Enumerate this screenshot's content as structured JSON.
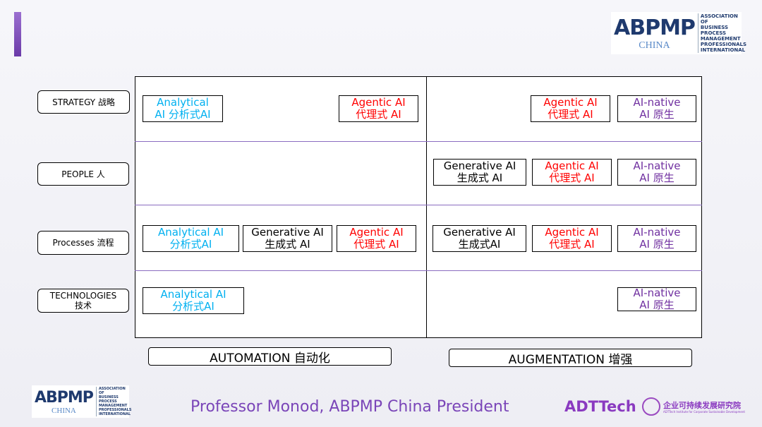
{
  "logo": {
    "abbr": "ABPMP",
    "sub": "CHINA",
    "lines": [
      "ASSOCIATION OF",
      "BUSINESS",
      "PROCESS",
      "MANAGEMENT",
      "PROFESSIONALS",
      "INTERNATIONAL"
    ]
  },
  "rows": [
    "STRATEGY 战略",
    "PEOPLE 人",
    "Processes 流程"
  ],
  "tech": {
    "l1": "TECHNOLOGIES",
    "l2": "技术"
  },
  "boxes": {
    "analytical": {
      "l1": "Analytical",
      "l2": "AI 分析式AI"
    },
    "analytical2": {
      "l1": "Analytical AI",
      "l2": "分析式AI"
    },
    "agentic": {
      "l1": "Agentic AI",
      "l2": "代理式 AI"
    },
    "native": {
      "l1": "AI-native",
      "l2": "AI 原生"
    },
    "generative": {
      "l1": "Generative AI",
      "l2": "生成式 AI"
    },
    "generative2": {
      "l1": "Generative AI",
      "l2": "生成式AI"
    }
  },
  "columns": {
    "automation": "AUTOMATION 自动化",
    "augmentation": "AUGMENTATION 增强"
  },
  "footer": {
    "speaker": "Professor Monod, ABPMP China President",
    "adt": "ADTTech",
    "institute": "企业可持续发展研究院",
    "institute_sub": "ADTTech Institute for Corporate Sustainable Development"
  },
  "colors": {
    "analytical": "#00b0f0",
    "agentic": "#ff0000",
    "native": "#7030a0",
    "accent": "#7a45b8"
  }
}
